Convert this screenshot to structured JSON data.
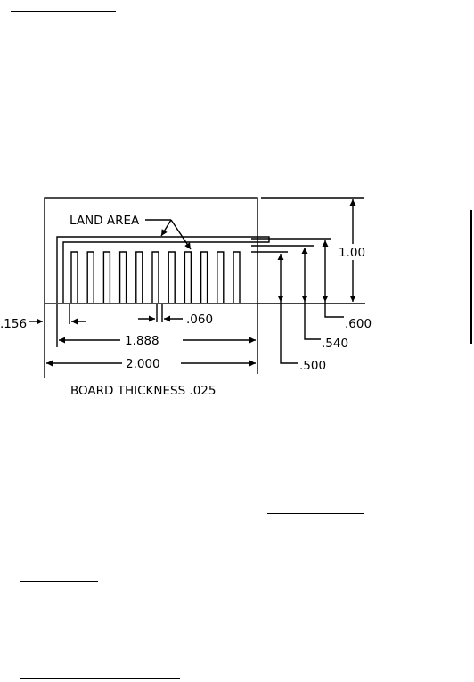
{
  "drawing": {
    "labels": {
      "land_area": "LAND AREA",
      "board_thickness": "BOARD THICKNESS .025"
    },
    "dimensions": {
      "margin_left": ".156",
      "finger_gap": ".060",
      "inner_width": "1.888",
      "overall_width": "2.000",
      "overall_height": "1.00",
      "top_bar_height": ".600",
      "land_top_height": ".540",
      "finger_height": ".500"
    }
  }
}
